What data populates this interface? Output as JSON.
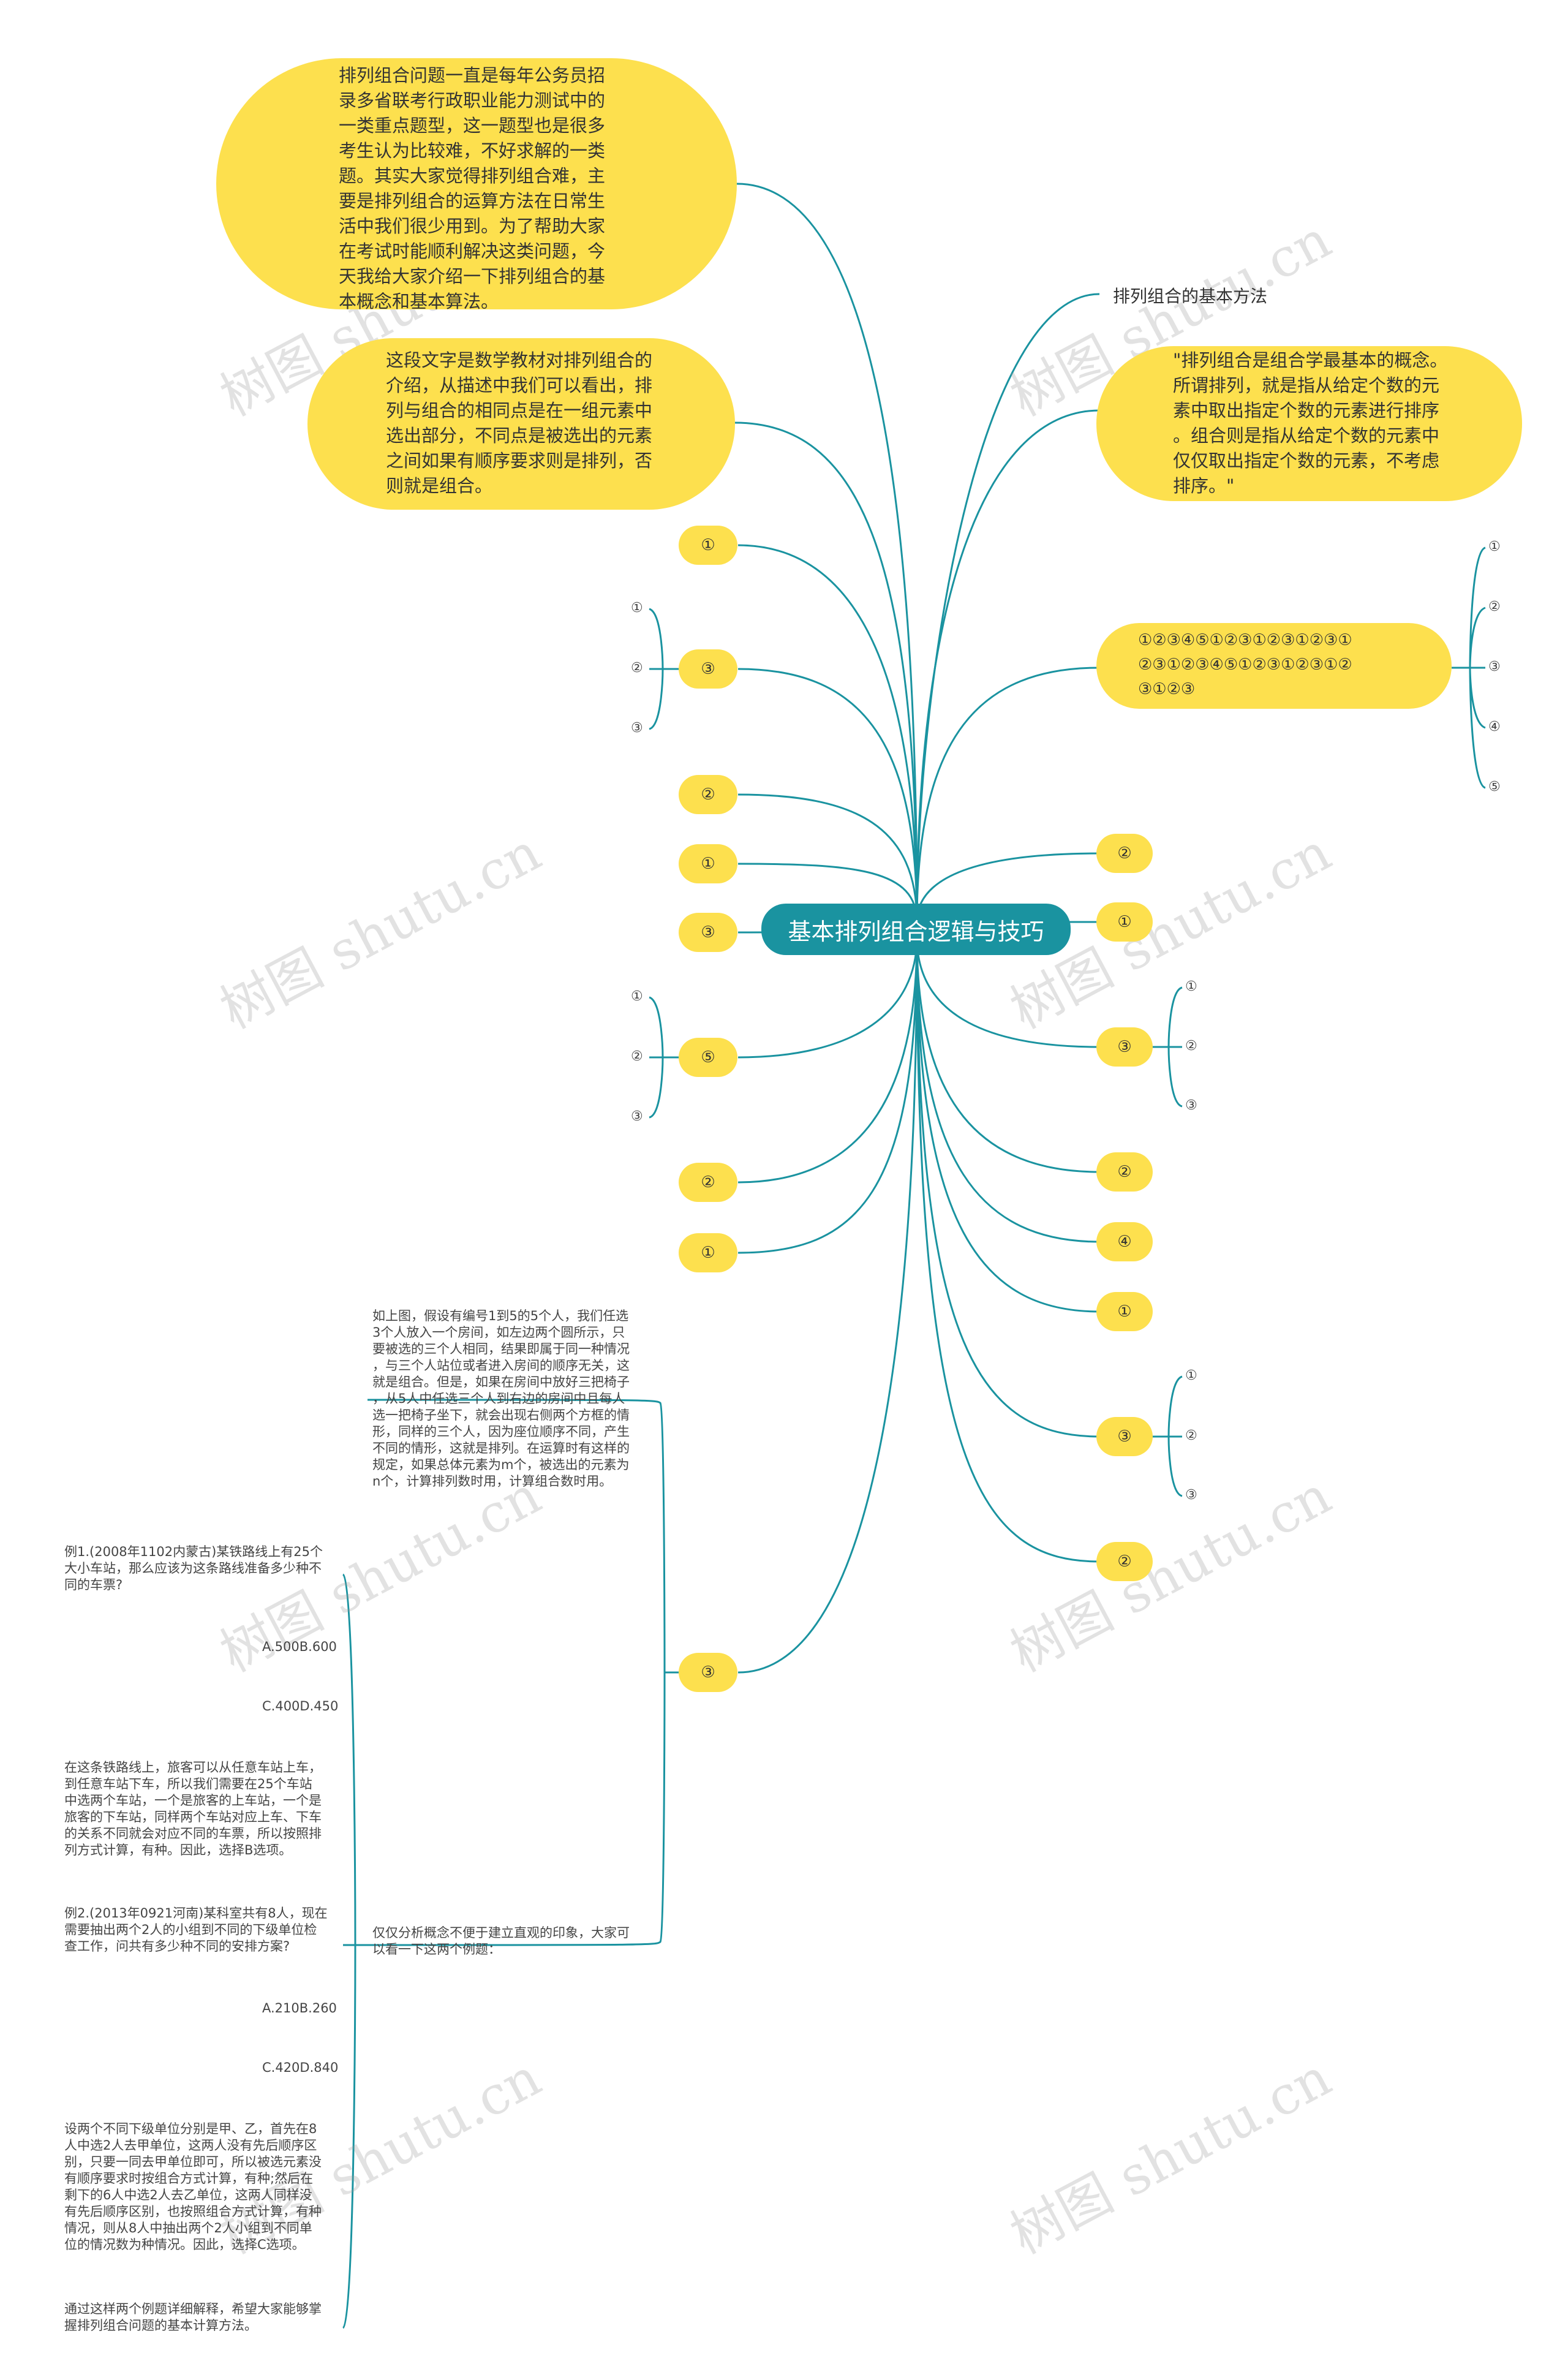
{
  "root": "基本排列组合逻辑与技巧",
  "intro_text": "排列组合问题一直是每年公务员招\n录多省联考行政职业能力测试中的\n一类重点题型，这一题型也是很多\n考生认为比较难，不好求解的一类\n题。其实大家觉得排列组合难，主\n要是排列组合的运算方法在日常生\n活中我们很少用到。为了帮助大家\n在考试时能顺利解决这类问题，今\n天我给大家介绍一下排列组合的基\n本概念和基本算法。",
  "concept_text": "这段文字是数学教材对排列组合的\n介绍，从描述中我们可以看出，排\n列与组合的相同点是在一组元素中\n选出部分，不同点是被选出的元素\n之间如果有顺序要求则是排列，否\n则就是组合。",
  "method_title": "排列组合的基本方法",
  "method_text": "\"排列组合是组合学最基本的概念。\n所谓排列，就是指从给定个数的元\n素中取出指定个数的元素进行排序\n。组合则是指从给定个数的元素中\n仅仅取出指定个数的元素，不考虑\n排序。\"",
  "symbols_text": "①②③④⑤①②③①②③①②③①\n②③①②③④⑤①②③①②③①②\n③①②③",
  "left_nodes": [
    "①",
    "③",
    "②",
    "①",
    "③",
    "⑤",
    "②",
    "①",
    "③"
  ],
  "right_nodes": [
    "②",
    "①",
    "③",
    "②",
    "④",
    "①",
    "③",
    "②"
  ],
  "leaf_sets": {
    "left_a": [
      "①",
      "②",
      "③"
    ],
    "left_b": [
      "①",
      "②",
      "③"
    ],
    "right_sym": [
      "①",
      "②",
      "③",
      "④",
      "⑤"
    ],
    "right_a": [
      "①",
      "②",
      "③"
    ],
    "right_b": [
      "①",
      "②",
      "③"
    ]
  },
  "explain_text": "如上图，假设有编号1到5的5个人，我们任选\n3个人放入一个房间，如左边两个圆所示，只\n要被选的三个人相同，结果即属于同一种情况\n，与三个人站位或者进入房间的顺序无关，这\n就是组合。但是，如果在房间中放好三把椅子\n，从5人中任选三个人到右边的房间中且每人\n选一把椅子坐下，就会出现右侧两个方框的情\n形，同样的三个人，因为座位顺序不同，产生\n不同的情形，这就是排列。在运算时有这样的\n规定，如果总体元素为m个，被选出的元素为\nn个，计算排列数时用，计算组合数时用。",
  "examples_intro": "仅仅分析概念不便于建立直观的印象，大家可\n以看一下这两个例题：",
  "examples": [
    "例1.(2008年1102内蒙古)某铁路线上有25个\n大小车站，那么应该为这条路线准备多少种不\n同的车票?",
    "A.500B.600",
    "C.400D.450",
    "在这条铁路线上，旅客可以从任意车站上车，\n到任意车站下车，所以我们需要在25个车站\n中选两个车站，一个是旅客的上车站，一个是\n旅客的下车站，同样两个车站对应上车、下车\n的关系不同就会对应不同的车票，所以按照排\n列方式计算，有种。因此，选择B选项。",
    "例2.(2013年0921河南)某科室共有8人，现在\n需要抽出两个2人的小组到不同的下级单位检\n查工作，问共有多少种不同的安排方案?",
    "A.210B.260",
    "C.420D.840",
    "设两个不同下级单位分别是甲、乙，首先在8\n人中选2人去甲单位，这两人没有先后顺序区\n别，只要一同去甲单位即可，所以被选元素没\n有顺序要求时按组合方式计算，有种;然后在\n剩下的6人中选2人去乙单位，这两人同样没\n有先后顺序区别，也按照组合方式计算，有种\n情况，则从8人中抽出两个2人小组到不同单\n位的情况数为种情况。因此，选择C选项。",
    "通过这样两个例题详细解释，希望大家能够掌\n握排列组合问题的基本计算方法。"
  ],
  "watermark": "树图 shutu.cn",
  "colors": {
    "branch": "#1a93a0",
    "node_fill": "#fde04e",
    "root_fill": "#1a93a0"
  }
}
